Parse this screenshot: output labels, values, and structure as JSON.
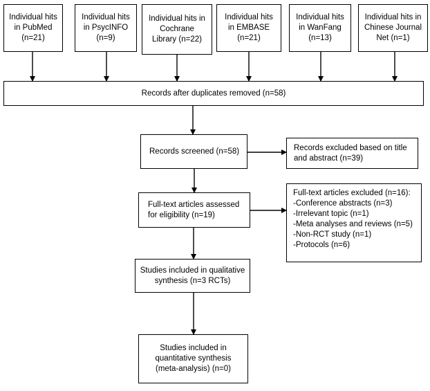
{
  "sources": [
    {
      "lines": [
        "Individual hits",
        "in PubMed",
        "(n=21)"
      ]
    },
    {
      "lines": [
        "Individual hits",
        "in PsycINFO",
        "(n=9)"
      ]
    },
    {
      "lines": [
        "Individual hits in",
        "Cochrane",
        "Library (n=22)"
      ]
    },
    {
      "lines": [
        "Individual hits",
        "in EMBASE",
        "(n=21)"
      ]
    },
    {
      "lines": [
        "Individual hits",
        "in WanFang",
        "(n=13)"
      ]
    },
    {
      "lines": [
        "Individual hits in",
        "Chinese Journal",
        "Net (n=1)"
      ]
    }
  ],
  "dedup": {
    "lines": [
      "Records after duplicates removed (n=58)"
    ]
  },
  "screened": {
    "lines": [
      "Records screened (n=58)"
    ]
  },
  "excluded_screen": {
    "lines": [
      "Records excluded based on title",
      "and abstract (n=39)"
    ]
  },
  "fulltext": {
    "lines": [
      "Full-text articles assessed",
      "for eligibility (n=19)"
    ]
  },
  "excluded_fulltext": {
    "lines": [
      "Full-text articles excluded (n=16):",
      "-Conference abstracts (n=3)",
      "-Irrelevant topic (n=1)",
      "-Meta analyses and reviews (n=5)",
      "-Non-RCT study (n=1)",
      "-Protocols (n=6)"
    ]
  },
  "qualitative": {
    "lines": [
      "Studies included in qualitative",
      "synthesis (n=3 RCTs)"
    ]
  },
  "quantitative": {
    "lines": [
      "Studies included in",
      "quantitative synthesis",
      "(meta-analysis) (n=0)"
    ]
  }
}
